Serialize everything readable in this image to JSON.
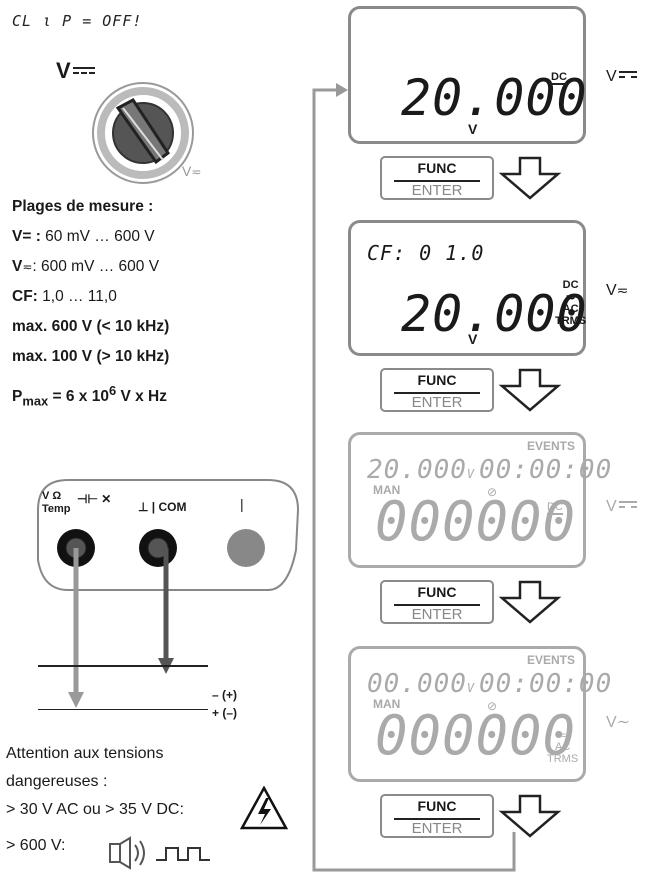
{
  "header": {
    "clip_status": "CL ι P = OFF!"
  },
  "switch": {
    "position_label": "V",
    "alt_label": "V"
  },
  "specs": {
    "title": "Plages de mesure :",
    "dc_label": "V= :",
    "dc_range": "60 mV … 600 V",
    "ac_label": "V",
    "ac_range": ": 600 mV … 600 V",
    "cf_label": "CF:",
    "cf_range": "1,0 … 11,0",
    "max1": "max. 600 V (< 10 kHz)",
    "max2": "max. 100 V  (> 10 kHz)",
    "pmax": "P",
    "pmax_sub": "max",
    "pmax_formula": " = 6 x 10",
    "pmax_exp": "6",
    "pmax_unit": " V x Hz"
  },
  "sockets": {
    "left_label_top": "V Ω",
    "left_label_bottom": "Temp",
    "mid_label": "⊥ | COM",
    "right_label": "|",
    "polarity_top": "– (+)",
    "polarity_bottom": "+ (–)"
  },
  "warning": {
    "line1": "Attention aux tensions",
    "line2": "dangereuses :",
    "line3": "> 30 V AC   ou > 35 V DC:",
    "line4": "> 600 V:"
  },
  "displays": [
    {
      "main": "20.000",
      "unit": "V",
      "indicator": "DC",
      "side": "V"
    },
    {
      "cf": "CF: 0 1.0",
      "main": "20.000",
      "unit": "V",
      "indicator": "DC",
      "indicator2": "AC",
      "indicator3": "TRMS",
      "side": "V"
    },
    {
      "events": "EVENTS",
      "top_left": "20.000",
      "top_left_unit": "V",
      "top_right": "00:00:00",
      "man": "MAN",
      "main": "000000",
      "indicator": "DC",
      "side": "V"
    },
    {
      "events": "EVENTS",
      "top_left": "00.000",
      "top_left_unit": "V",
      "top_right": "00:00:00",
      "man": "MAN",
      "main": "000000",
      "indicator": "AC",
      "indicator2": "TRMS",
      "side": "V∼"
    }
  ],
  "button": {
    "func": "FUNC",
    "enter": "ENTER"
  },
  "colors": {
    "frame": "#8a8a8a",
    "dim": "#aaaaaa",
    "ink": "#1a1a1a"
  }
}
